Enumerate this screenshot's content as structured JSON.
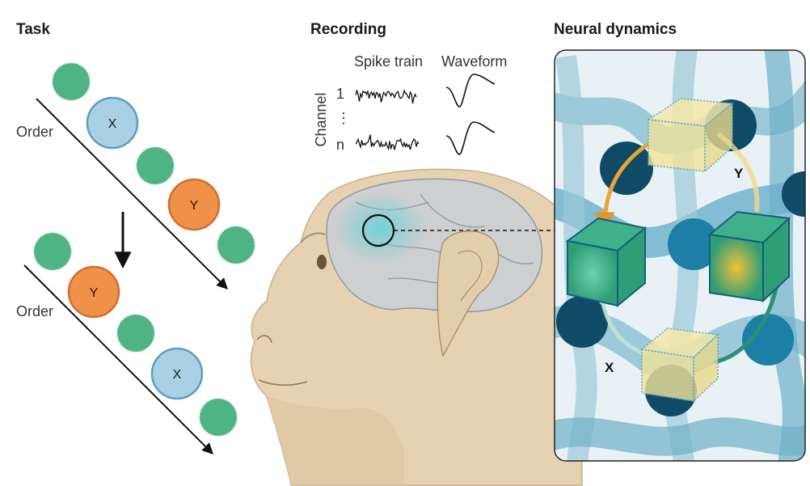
{
  "sections": {
    "task": "Task",
    "recording": "Recording",
    "dynamics": "Neural dynamics"
  },
  "task": {
    "order_label": "Order",
    "x_label": "X",
    "y_label": "Y"
  },
  "recording": {
    "spike_train": "Spike train",
    "waveform": "Waveform",
    "channel": "Channel",
    "ch_1": "1",
    "ch_dots": "⋮",
    "ch_n": "n"
  },
  "dynamics": {
    "x_label": "X",
    "y_label": "Y"
  },
  "colors": {
    "stim_x": "#a9d0e3",
    "stim_y": "#f0914a",
    "filler": "#4fb483",
    "panel_bg": "#e8f2f6",
    "node_dark": "#0f4a66",
    "node_mid": "#1d7ea6",
    "ridge": "#7cb9cf",
    "cube_yellow": "#f0e29a",
    "cube_green": "#2f9d76",
    "arrow_orange": "#e9a43a",
    "arrow_green": "#2d8f73",
    "monkey_skin": "#e6d2b1",
    "brain": "#c8cfd6",
    "recording_glow": "#7ed2d9"
  }
}
